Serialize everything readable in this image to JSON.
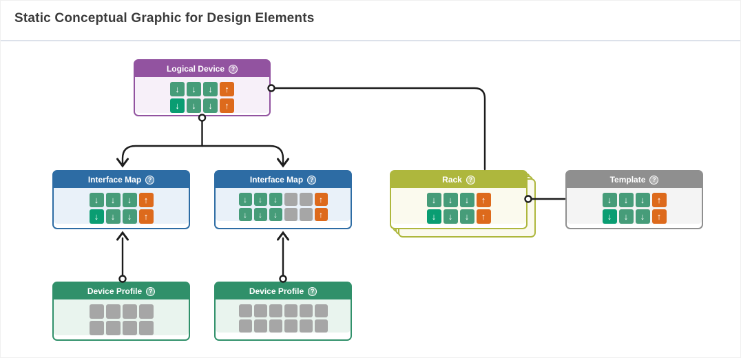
{
  "title": "Static Conceptual Graphic for Design Elements",
  "help_glyph": "?",
  "glyphs": {
    "down": "↓",
    "up": "↑",
    "blank": ""
  },
  "colors": {
    "green": "#469c79",
    "teal": "#0a9d72",
    "orange": "#dd6a1c",
    "gray": "#a6a6a6",
    "wire": "#1c1c1c",
    "purple": "#9253a0",
    "blue": "#2d6ca4",
    "olive": "#aeb73d",
    "grayheader": "#8f8f8f",
    "greenheader": "#30906a"
  },
  "nodes": [
    {
      "label": "Logical Device",
      "theme": "purple",
      "grid": {
        "columns": 4,
        "rows": [
          [
            "green-down",
            "green-down",
            "green-down",
            "orange-up"
          ],
          [
            "teal-down",
            "green-down",
            "green-down",
            "orange-up"
          ]
        ]
      }
    },
    {
      "label": "Interface Map",
      "theme": "blue",
      "grid": {
        "columns": 4,
        "rows": [
          [
            "green-down",
            "green-down",
            "green-down",
            "orange-up"
          ],
          [
            "teal-down",
            "green-down",
            "green-down",
            "orange-up"
          ]
        ]
      }
    },
    {
      "label": "Interface Map",
      "theme": "blue",
      "grid": {
        "columns": 6,
        "rows": [
          [
            "green-down",
            "green-down",
            "green-down",
            "gray-blank",
            "gray-blank",
            "orange-up"
          ],
          [
            "green-down",
            "green-down",
            "green-down",
            "gray-blank",
            "gray-blank",
            "orange-up"
          ]
        ]
      }
    },
    {
      "label": "Rack",
      "theme": "olive",
      "grid": {
        "columns": 4,
        "rows": [
          [
            "green-down",
            "green-down",
            "green-down",
            "orange-up"
          ],
          [
            "teal-down",
            "green-down",
            "green-down",
            "orange-up"
          ]
        ]
      }
    },
    {
      "label": "Template",
      "theme": "gray",
      "grid": {
        "columns": 4,
        "rows": [
          [
            "green-down",
            "green-down",
            "green-down",
            "orange-up"
          ],
          [
            "teal-down",
            "green-down",
            "green-down",
            "orange-up"
          ]
        ]
      }
    },
    {
      "label": "Device Profile",
      "theme": "green",
      "grid": {
        "columns": 4,
        "rows": [
          [
            "gray-blank",
            "gray-blank",
            "gray-blank",
            "gray-blank"
          ],
          [
            "gray-blank",
            "gray-blank",
            "gray-blank",
            "gray-blank"
          ]
        ]
      }
    },
    {
      "label": "Device Profile",
      "theme": "green",
      "grid": {
        "columns": 6,
        "rows": [
          [
            "gray-blank",
            "gray-blank",
            "gray-blank",
            "gray-blank",
            "gray-blank",
            "gray-blank"
          ],
          [
            "gray-blank",
            "gray-blank",
            "gray-blank",
            "gray-blank",
            "gray-blank",
            "gray-blank"
          ]
        ]
      }
    }
  ]
}
